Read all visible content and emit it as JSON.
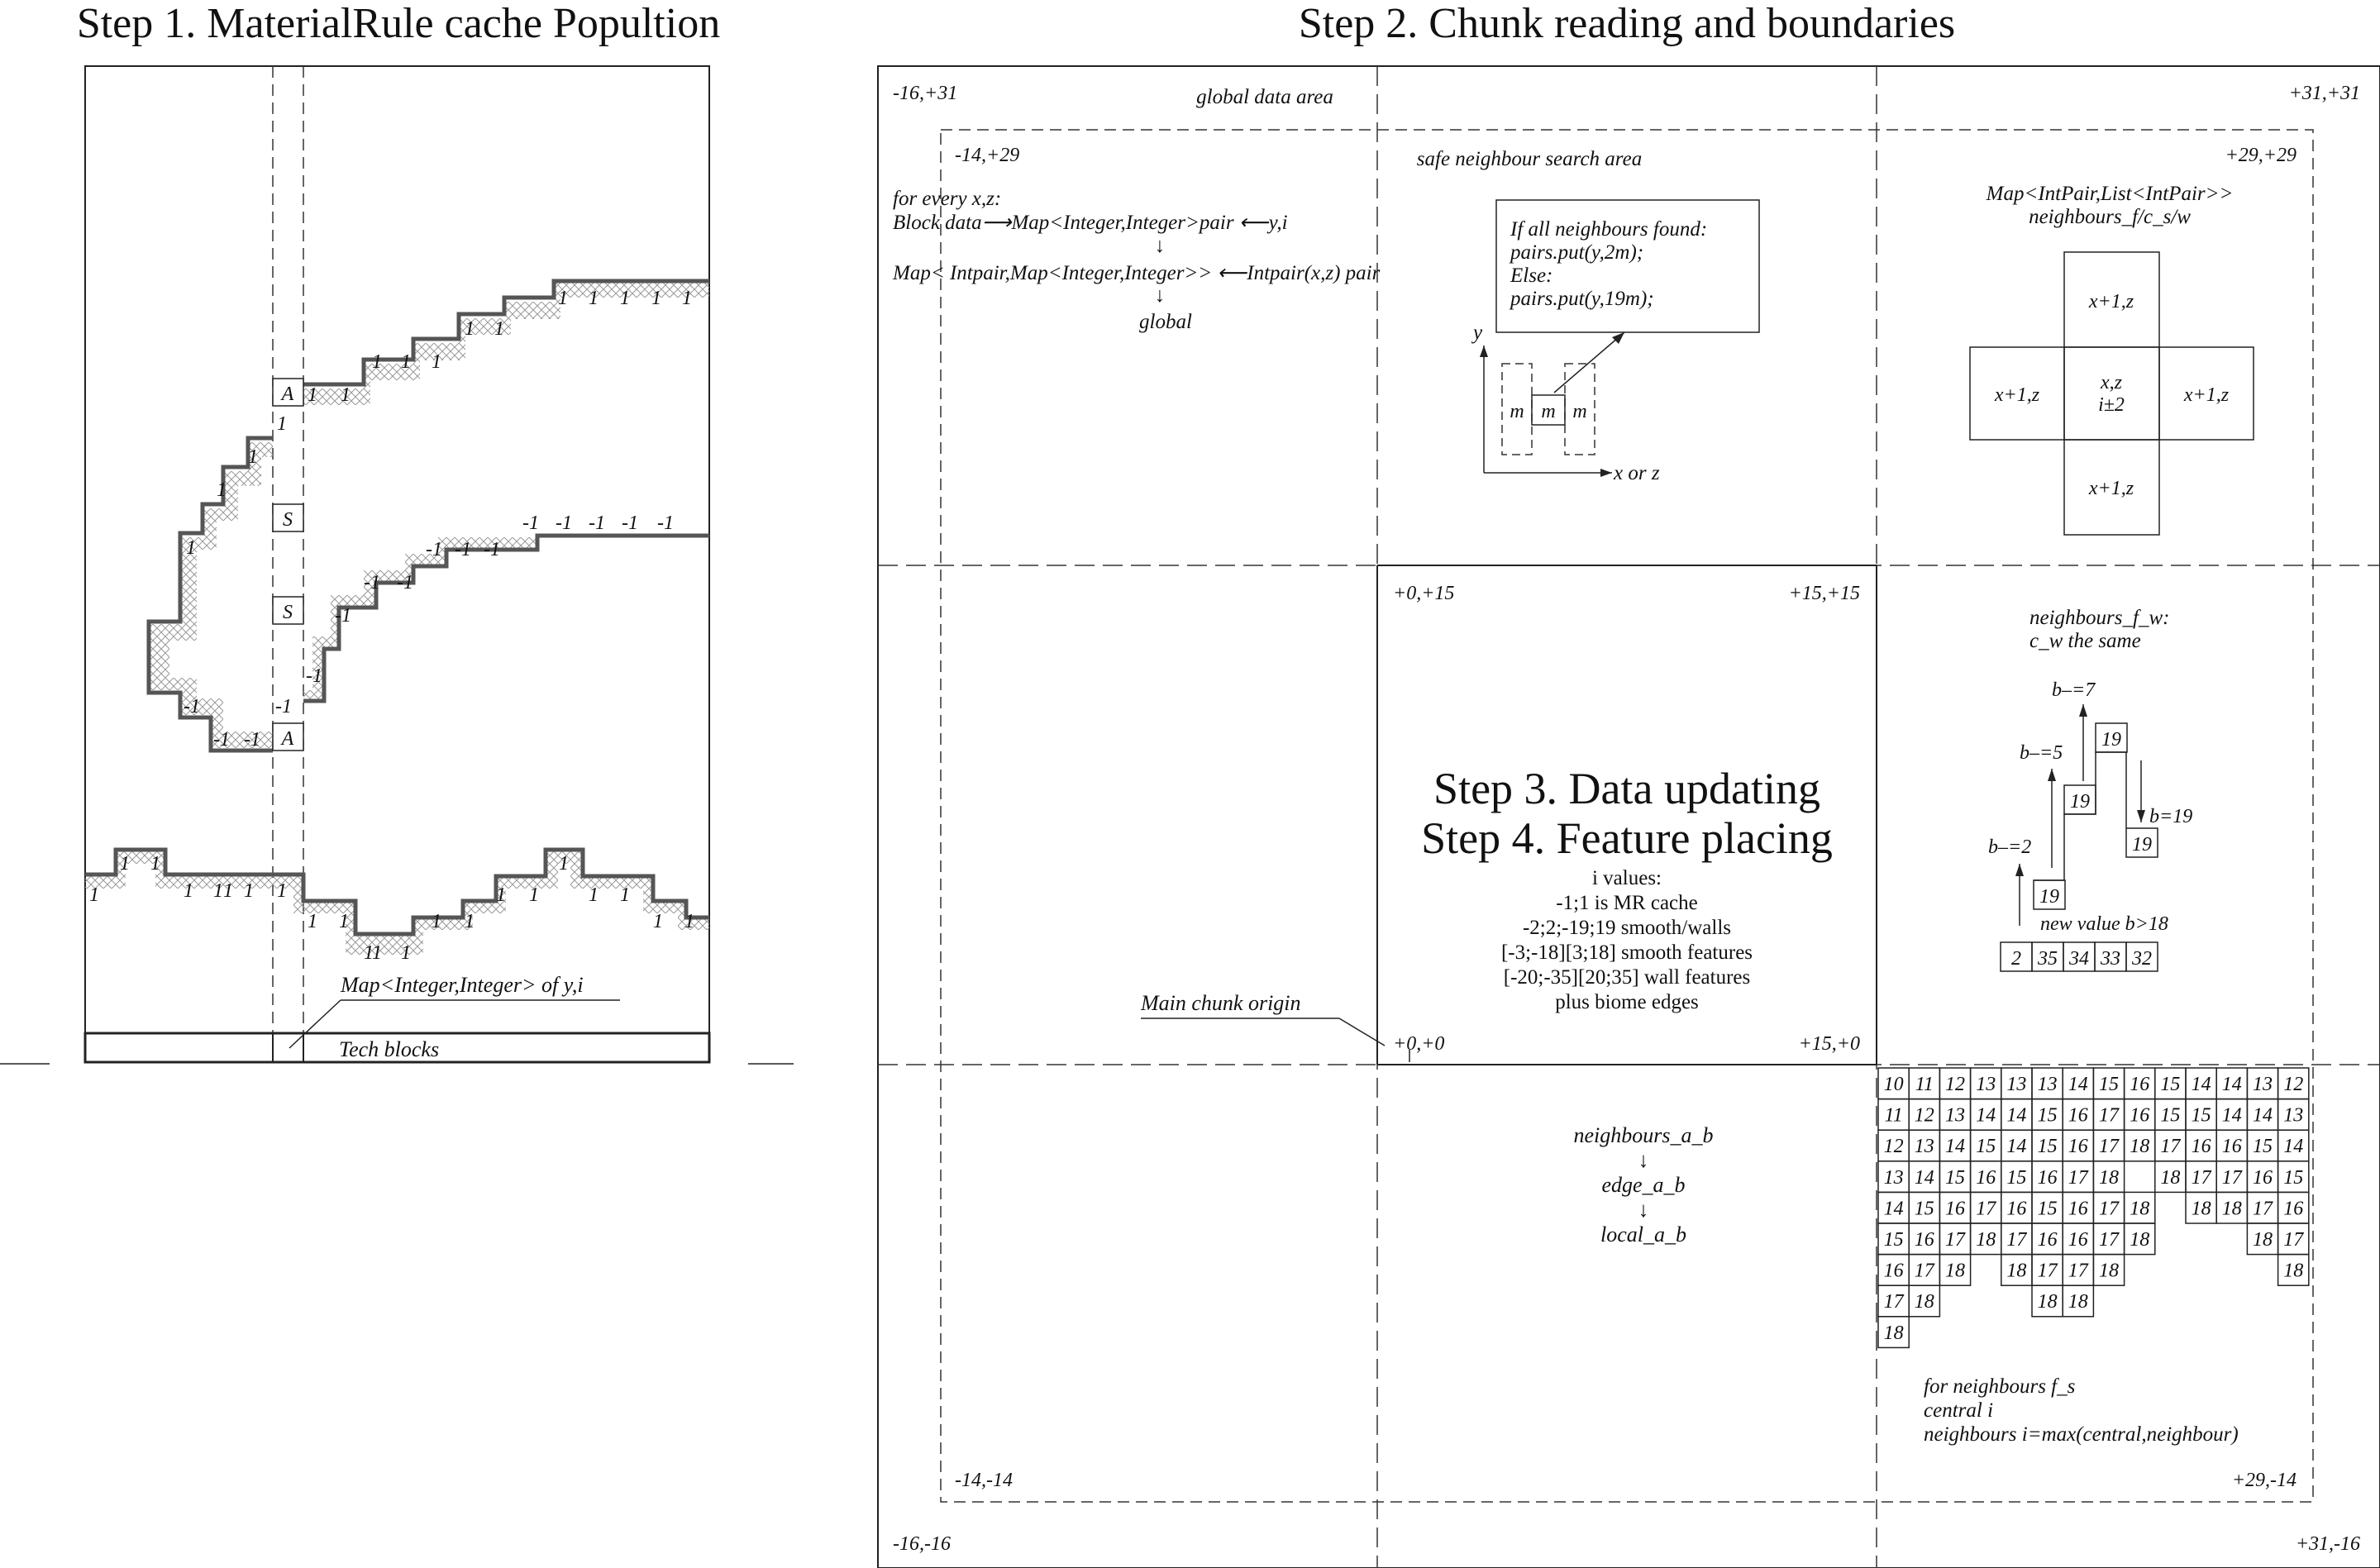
{
  "titles": {
    "step1": "Step 1. MaterialRule cache Popultion",
    "step2": "Step 2. Chunk reading and boundaries",
    "step3": "Step 3. Data updating",
    "step4": "Step 4. Feature placing"
  },
  "step1": {
    "markers": [
      "A",
      "S",
      "S",
      "A"
    ],
    "map_label": "Map<Integer,Integer> of y,i",
    "tech_label": "Tech blocks",
    "upper_values": [
      "1",
      "1",
      "1",
      "1",
      "1",
      "1",
      "1",
      "1",
      "1",
      "1",
      "1",
      "1",
      "1",
      "1",
      "1",
      "1"
    ],
    "middle_values": [
      "-1",
      "-1",
      "-1",
      "-1",
      "-1",
      "-1",
      "-1",
      "-1",
      "-1",
      "-1",
      "-1",
      "-1",
      "-1",
      "-1",
      "-1",
      "-1"
    ],
    "lower_values": [
      "1",
      "1",
      "1",
      "1",
      "1",
      "1",
      "1",
      "1",
      "1",
      "1",
      "1",
      "1",
      "1",
      "1",
      "1",
      "1",
      "1",
      "1",
      "1",
      "1",
      "1",
      "1"
    ]
  },
  "step2": {
    "corners": {
      "outer_tl": "-16,+31",
      "outer_tr": "+31,+31",
      "outer_bl": "-16,-16",
      "outer_br": "+31,-16",
      "inner_tl": "-14,+29",
      "inner_tr": "+29,+29",
      "inner_bl": "-14,-14",
      "inner_br": "+29,-14",
      "chunk_tl": "+0,+15",
      "chunk_tr": "+15,+15",
      "chunk_bl": "+0,+0",
      "chunk_br": "+15,+0"
    },
    "global_area": "global data area",
    "safe_area": "safe neighbour search area",
    "flow": {
      "line1": "for every x,z:",
      "line2": "Block data⟶Map<Integer,Integer>pair ⟵y,i",
      "arrow": "↓",
      "line3": "Map< Intpair,Map<Integer,Integer>> ⟵Intpair(x,z) pair",
      "line4": "global"
    },
    "rule_box": [
      "If all neighbours found:",
      "pairs.put(y,2m);",
      "Else:",
      "pairs.put(y,19m);"
    ],
    "axes": {
      "y": "y",
      "x": "x or z",
      "m": "m"
    },
    "cross": {
      "title1": "Map<IntPair,List<IntPair>>",
      "title2": "neighbours_f/c_s/w",
      "top": "x+1,z",
      "left": "x+1,z",
      "center1": "x,z",
      "center2": "i±2",
      "right": "x+1,z",
      "bottom": "x+1,z"
    },
    "nfw": {
      "title1": "neighbours_f_w:",
      "title2": "c_w the same",
      "b7": "b–=7",
      "b5": "b–=5",
      "b2": "b–=2",
      "b19": "b=19",
      "cells": [
        "19",
        "19",
        "19",
        "19"
      ],
      "new_value": "new value b>18",
      "row": [
        "2",
        "35",
        "34",
        "33",
        "32"
      ]
    },
    "ivalues": [
      "i values:",
      "-1;1 is MR cache",
      "-2;2;-19;19 smooth/walls",
      "[-3;-18][3;18] smooth features",
      "[-20;-35][20;35] wall features",
      "plus biome edges"
    ],
    "origin": "Main chunk origin",
    "neighbours_flow": {
      "l1": "neighbours_a_b",
      "a1": "↓",
      "l2": "edge_a_b",
      "a2": "↓",
      "l3": "local_a_b"
    },
    "grid_rows": [
      [
        "10",
        "11",
        "12",
        "13",
        "13",
        "13",
        "14",
        "15",
        "16",
        "15",
        "14",
        "14",
        "13",
        "12"
      ],
      [
        "11",
        "12",
        "13",
        "14",
        "14",
        "15",
        "16",
        "17",
        "16",
        "15",
        "15",
        "14",
        "14",
        "13"
      ],
      [
        "12",
        "13",
        "14",
        "15",
        "14",
        "15",
        "16",
        "17",
        "18",
        "17",
        "16",
        "16",
        "15",
        "14"
      ],
      [
        "13",
        "14",
        "15",
        "16",
        "15",
        "16",
        "17",
        "18",
        "",
        "18",
        "17",
        "17",
        "16",
        "15"
      ],
      [
        "14",
        "15",
        "16",
        "17",
        "16",
        "15",
        "16",
        "17",
        "18",
        "",
        "18",
        "18",
        "17",
        "16"
      ],
      [
        "15",
        "16",
        "17",
        "18",
        "17",
        "16",
        "16",
        "17",
        "18",
        "",
        "",
        "",
        "18",
        "17"
      ],
      [
        "16",
        "17",
        "18",
        "",
        "18",
        "17",
        "17",
        "18",
        "",
        "",
        "",
        "",
        "",
        "18"
      ],
      [
        "17",
        "18",
        "",
        "",
        "",
        "18",
        "18",
        "",
        "",
        "",
        "",
        "",
        "",
        ""
      ],
      [
        "18",
        "",
        "",
        "",
        "",
        "",
        "",
        "",
        "",
        "",
        "",
        "",
        "",
        ""
      ]
    ],
    "note": [
      "for neighbours f_s",
      "central i",
      "neighbours i=max(central,neighbour)"
    ]
  }
}
